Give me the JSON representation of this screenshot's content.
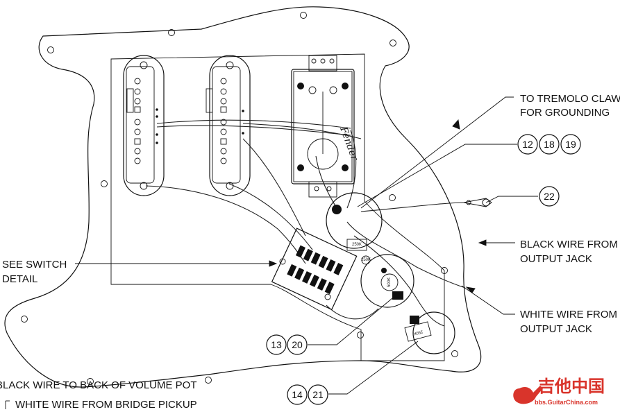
{
  "callouts": {
    "tremolo_line1": "TO TREMOLO CLAW",
    "tremolo_line2": "FOR GROUNDING",
    "black_jack_line1": "BLACK WIRE FROM",
    "black_jack_line2": "OUTPUT JACK",
    "white_jack_line1": "WHITE WIRE FROM",
    "white_jack_line2": "OUTPUT JACK",
    "switch_line1": "SEE SWITCH",
    "switch_line2": "DETAIL",
    "black_vol_pot": "BLACK WIRE TO BACK OF VOLUME POT",
    "white_bridge": "WHITE WIRE FROM BRIDGE PICKUP"
  },
  "part_numbers": {
    "group_a": [
      "12",
      "18",
      "19"
    ],
    "group_b": [
      "22"
    ],
    "group_c": [
      "13",
      "20"
    ],
    "group_d": [
      "14",
      "21"
    ]
  },
  "pot_labels": {
    "pot_1": "250K",
    "pot_2": "250K",
    "pot_3": "250K",
    "cap": "500K"
  },
  "humbucker_script": "Fender",
  "watermark": {
    "name": "吉他中国",
    "url": "bbs.GuitarChina.com"
  }
}
